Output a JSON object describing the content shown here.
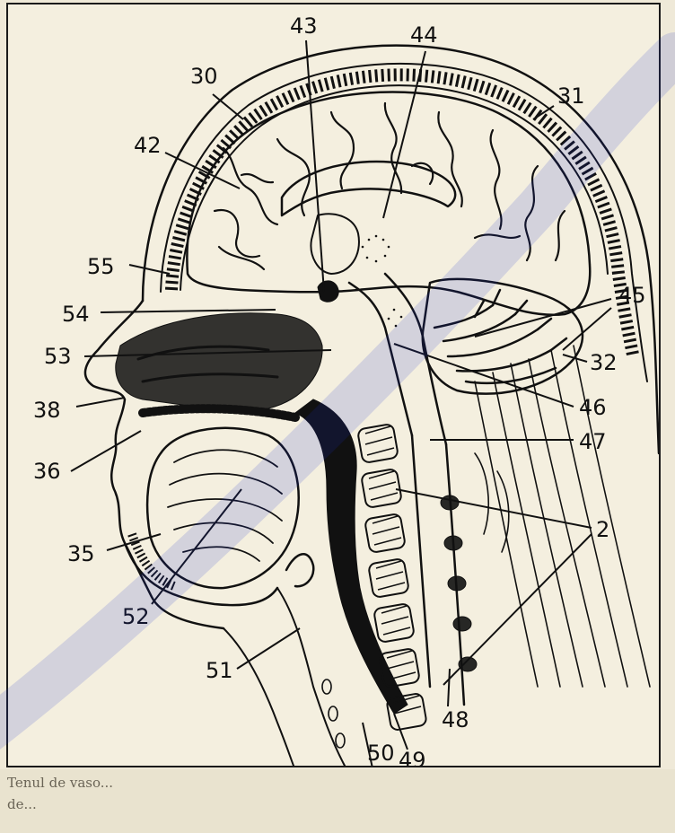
{
  "diagram": {
    "labels": {
      "l30": "30",
      "l31": "31",
      "l43": "43",
      "l44": "44",
      "l42": "42",
      "l55": "55",
      "l54": "54",
      "l45": "45",
      "l53": "53",
      "l32": "32",
      "l38": "38",
      "l46": "46",
      "l47": "47",
      "l36": "36",
      "l2": "2",
      "l35": "35",
      "l52": "52",
      "l51": "51",
      "l48": "48",
      "l49": "49",
      "l50": "50"
    }
  },
  "page_text": {
    "line1": "Tenul de vaso...",
    "line2": "de..."
  },
  "colors": {
    "paper": "#f4efdf",
    "ink": "#111111",
    "watermark": "#1a2fd0"
  }
}
